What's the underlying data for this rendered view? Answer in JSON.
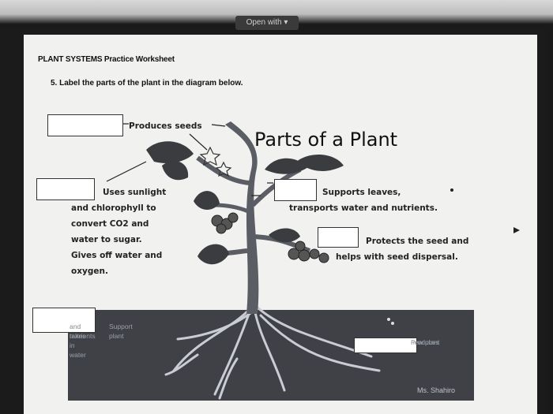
{
  "viewer": {
    "open_with_label": "Open with ▾"
  },
  "worksheet": {
    "header": "PLANT SYSTEMS Practice Worksheet",
    "question": "5.   Label the parts of the plant in the diagram below.",
    "diagram_title": "Parts of a Plant",
    "labels": {
      "produces_seeds": "Produces seeds",
      "leaves": [
        "Uses sunlight",
        "and chlorophyll to",
        "convert CO2 and",
        "water to sugar.",
        "Gives off water and",
        "oxygen."
      ],
      "stem": [
        "Supports leaves,",
        "transports water and nutrients."
      ],
      "fruit": [
        "Protects the seed and",
        "helps with seed dispersal."
      ],
      "roots_faint": [
        "Support plant",
        "and takes in water",
        "and nutrients"
      ],
      "seed_faint": [
        "Produces",
        "new plant"
      ]
    },
    "signature": "Ms. Shahiro"
  }
}
